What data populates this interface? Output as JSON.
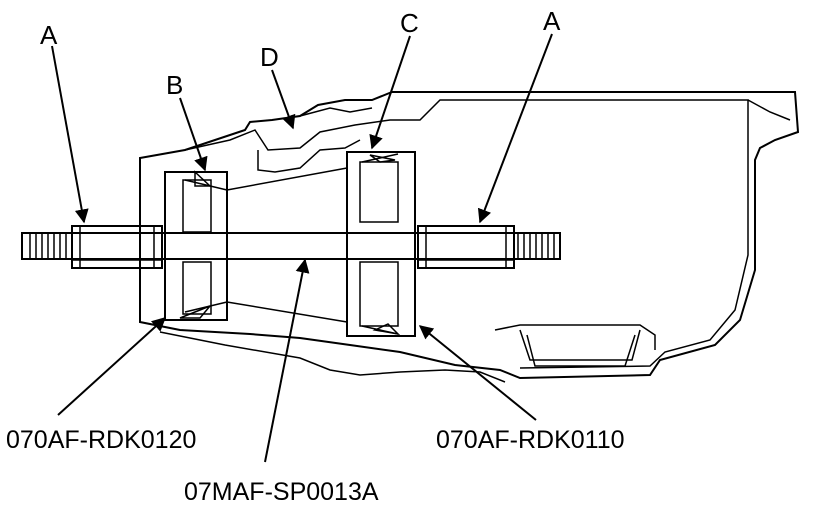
{
  "callouts": {
    "a_left": "A",
    "b": "B",
    "d": "D",
    "c": "C",
    "a_right": "A"
  },
  "part_numbers": {
    "left_tool": "070AF-RDK0120",
    "center_tool": "07MAF-SP0013A",
    "right_tool": "070AF-RDK0110"
  },
  "colors": {
    "line": "#000000",
    "background": "#ffffff"
  }
}
